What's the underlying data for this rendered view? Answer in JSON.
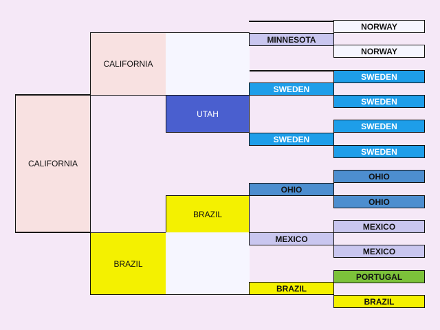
{
  "colors": {
    "background": "#f5e8f7",
    "pink": "#f8e1e1",
    "white": "#f6f6ff",
    "lavender": "#c9c6ef",
    "dark_blue": "#4a5fcf",
    "sky_blue": "#1e9ee9",
    "steel_blue": "#4d8ecf",
    "yellow": "#f4f100",
    "green": "#7cc23a"
  },
  "tree": {
    "gen1": {
      "label": "CALIFORNIA",
      "color": "pink"
    },
    "gen2": [
      {
        "label": "CALIFORNIA",
        "color": "pink"
      },
      {
        "label": "BRAZIL",
        "color": "yellow"
      }
    ],
    "gen3": [
      {
        "label": "",
        "color": "white"
      },
      {
        "label": "UTAH",
        "color": "dark_blue"
      },
      {
        "label": "BRAZIL",
        "color": "yellow"
      },
      {
        "label": "",
        "color": "white"
      }
    ],
    "gen4": [
      {
        "label": "MINNESOTA",
        "color": "lavender"
      },
      {
        "label": "SWEDEN",
        "color": "sky_blue"
      },
      {
        "label": "SWEDEN",
        "color": "sky_blue"
      },
      {
        "label": "OHIO",
        "color": "steel_blue"
      },
      {
        "label": "MEXICO",
        "color": "lavender"
      },
      {
        "label": "BRAZIL",
        "color": "yellow"
      }
    ],
    "gen5": [
      {
        "label": "NORWAY",
        "color": "white"
      },
      {
        "label": "NORWAY",
        "color": "white"
      },
      {
        "label": "SWEDEN",
        "color": "sky_blue"
      },
      {
        "label": "SWEDEN",
        "color": "sky_blue"
      },
      {
        "label": "SWEDEN",
        "color": "sky_blue"
      },
      {
        "label": "SWEDEN",
        "color": "sky_blue"
      },
      {
        "label": "OHIO",
        "color": "steel_blue"
      },
      {
        "label": "OHIO",
        "color": "steel_blue"
      },
      {
        "label": "MEXICO",
        "color": "lavender"
      },
      {
        "label": "MEXICO",
        "color": "lavender"
      },
      {
        "label": "PORTUGAL",
        "color": "green"
      },
      {
        "label": "BRAZIL",
        "color": "yellow"
      }
    ]
  }
}
